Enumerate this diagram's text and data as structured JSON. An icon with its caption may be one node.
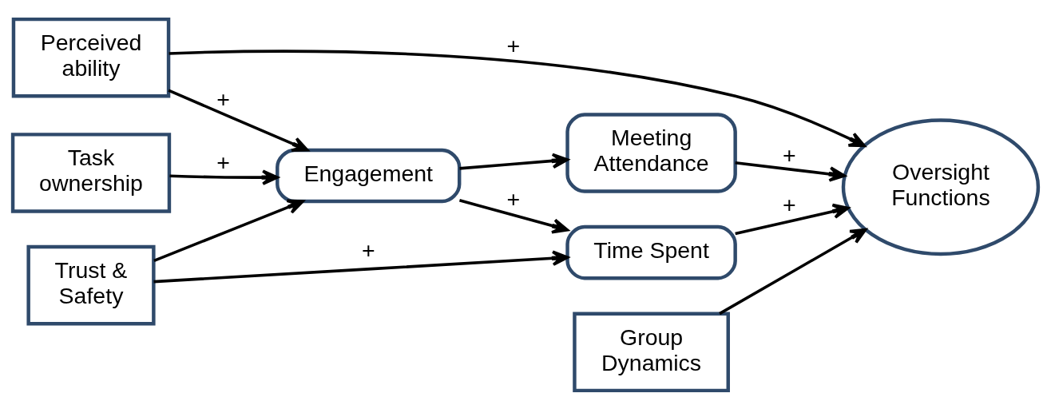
{
  "diagram": {
    "nodes": [
      {
        "text": [
          "Task ownership"
        ]
      },
      {
        "text": [
          "Perceived ability"
        ]
      },
      {
        "text": [
          "Trust & Safety"
        ]
      },
      {
        "text": [
          "Engagement"
        ]
      },
      {
        "text": [
          "Time Spent"
        ]
      },
      {
        "text": [
          "Meeting Attendance"
        ]
      },
      {
        "text": [
          "Oversight Functions"
        ]
      },
      {
        "text": [
          "Group Dynamics"
        ]
      }
    ],
    "edges": [
      {
        "from": 0,
        "to": 3,
        "arrow": "to",
        "label": "+"
      },
      {
        "from": 1,
        "to": 3,
        "arrow": "to",
        "label": "+"
      },
      {
        "from": 2,
        "to": 3,
        "arrow": "to"
      },
      {
        "from": 2,
        "to": 4,
        "arrow": "to",
        "label": "+"
      },
      {
        "from": 1,
        "to": 6,
        "arrow": "to",
        "label": "+"
      },
      {
        "from": 3,
        "to": 4,
        "arrow": "to",
        "label": "+"
      },
      {
        "from": 3,
        "to": 5,
        "arrow": "to"
      },
      {
        "from": 4,
        "to": 6,
        "arrow": "to",
        "label": "+"
      },
      {
        "from": 5,
        "to": 6,
        "arrow": "to",
        "label": "+"
      },
      {
        "from": 7,
        "to": 6,
        "arrow": "to"
      }
    ]
  }
}
